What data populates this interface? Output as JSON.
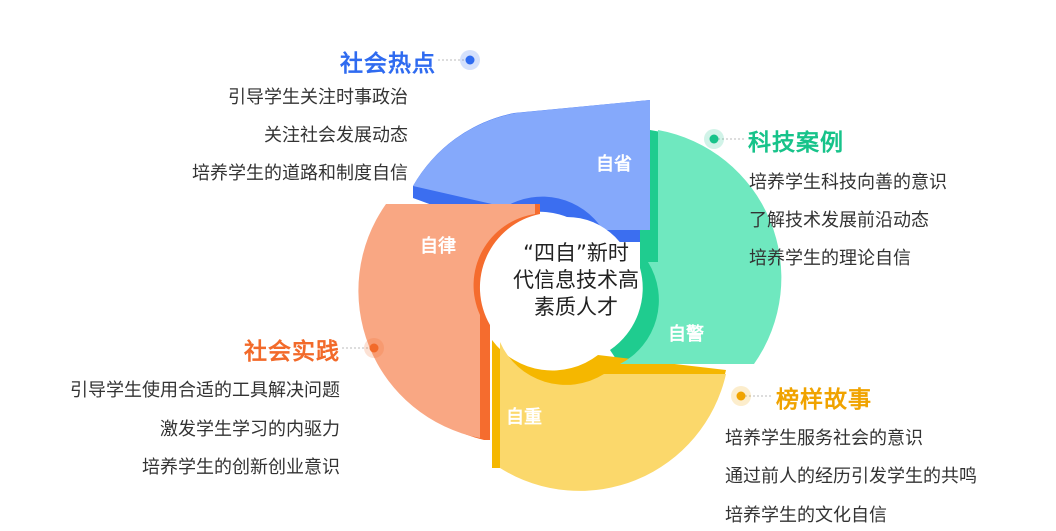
{
  "center": {
    "lines": [
      "“四自”新时",
      "代信息技术高",
      "素质人才"
    ]
  },
  "segments": {
    "top": {
      "label": "自省",
      "color": "#85a9fb",
      "accent": "#3b6ef0"
    },
    "right": {
      "label": "自警",
      "color": "#6fe8bf",
      "accent": "#1fcc8f"
    },
    "bottom": {
      "label": "自重",
      "color": "#fbd86b",
      "accent": "#f5b700"
    },
    "left": {
      "label": "自律",
      "color": "#f9a783",
      "accent": "#f56c2e"
    }
  },
  "topics": {
    "top_left": {
      "title": "社会热点",
      "color": "#2f6bf0",
      "items": [
        "引导学生关注时事政治",
        "关注社会发展动态",
        "培养学生的道路和制度自信"
      ]
    },
    "top_right": {
      "title": "科技案例",
      "color": "#17c38a",
      "items": [
        "培养学生科技向善的意识",
        "了解技术发展前沿动态",
        "培养学生的理论自信"
      ]
    },
    "bottom_left": {
      "title": "社会实践",
      "color": "#f26a2a",
      "items": [
        "引导学生使用合适的工具解决问题",
        "激发学生学习的内驱力",
        "培养学生的创新创业意识"
      ]
    },
    "bottom_right": {
      "title": "榜样故事",
      "color": "#f0a300",
      "items": [
        "培养学生服务社会的意识",
        "通过前人的经历引发学生的共鸣",
        "培养学生的文化自信"
      ]
    }
  }
}
